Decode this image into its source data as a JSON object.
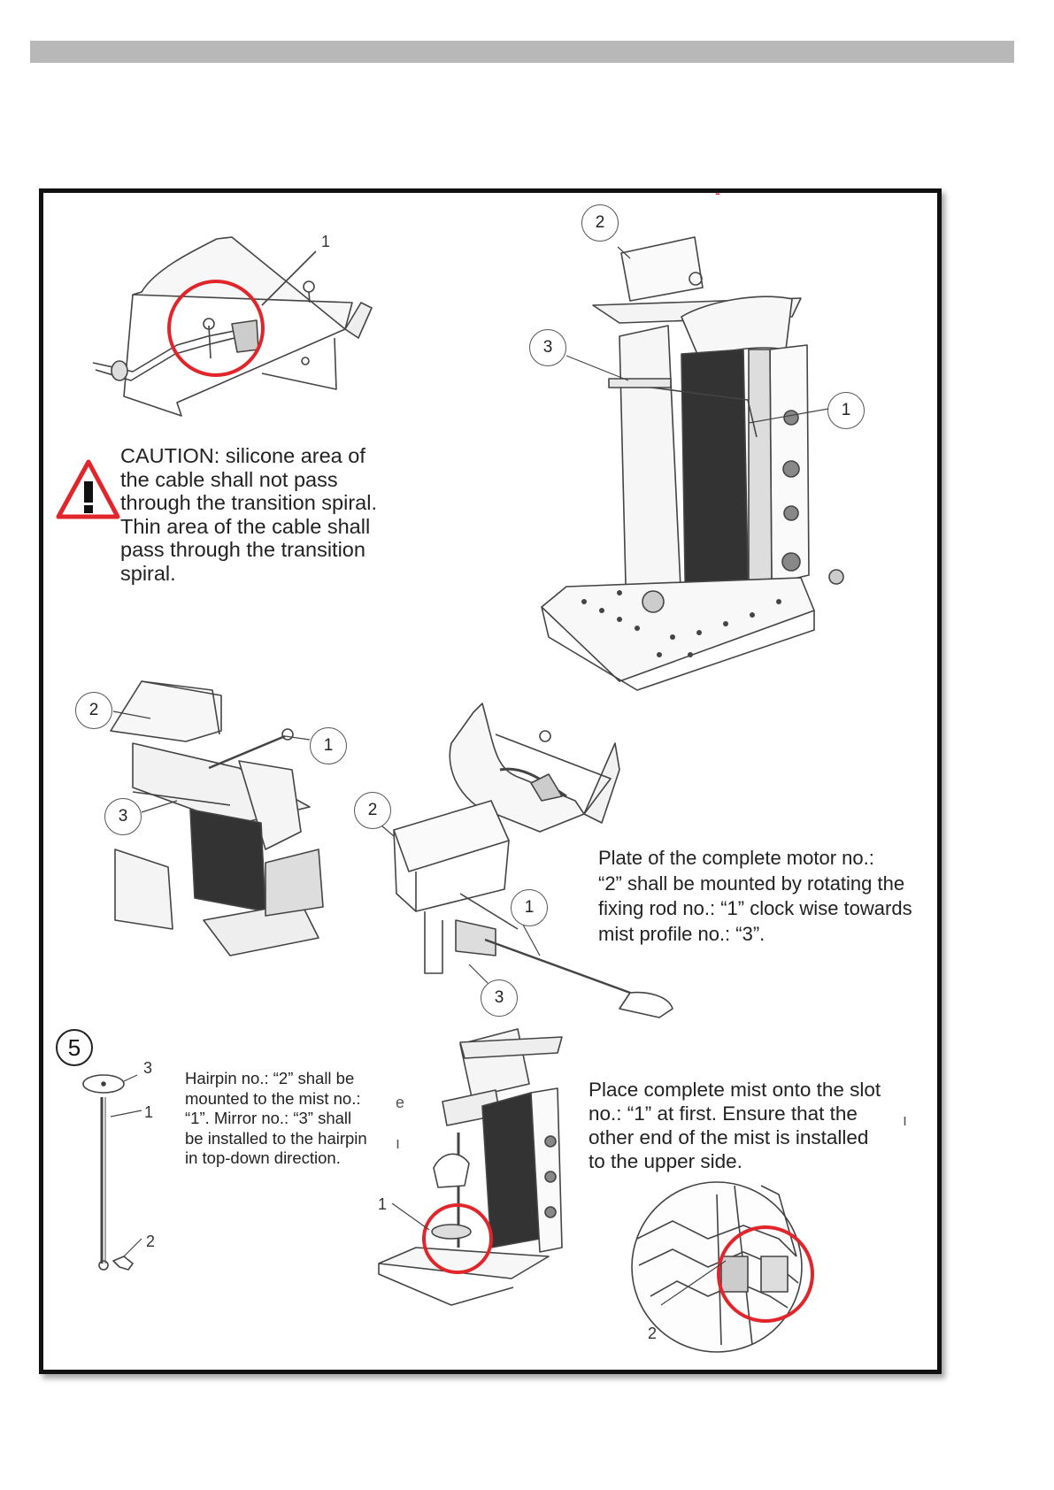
{
  "caution": {
    "text": "CAUTION: silicone area of\nthe cable shall not pass\nthrough the transition spiral.\nThin area of the cable shall\npass through the transition\nspiral."
  },
  "motor_note": {
    "text": "Plate of the complete motor no.:\n“2” shall be mounted by rotating the\n fixing rod no.: “1” clock wise towards\n mist profile no.: “3”."
  },
  "hairpin_note": {
    "text": "Hairpin no.: “2” shall be\nmounted to the mist no.:\n“1”. Mirror no.: “3” shall\nbe installed to the hairpin\nin top-down direction."
  },
  "mist_note": {
    "text": "Place complete mist onto the slot\nno.: “1” at first. Ensure that the\nother end of the mist is installed\nto the upper side."
  },
  "step": "5",
  "labels": {
    "fig1_part": "1",
    "fig2_part1": "1",
    "fig2_part2": "2",
    "fig2_part3": "3",
    "fig3_part1": "1",
    "fig3_part2": "2",
    "fig3_part3": "3",
    "fig4_part1": "1",
    "fig4_part2": "2",
    "fig4_part3": "3",
    "fig5_part1": "1",
    "fig5_part2": "2",
    "fig5_part3": "3",
    "fig6_part1": "1",
    "fig6_part2": "2"
  },
  "stray": {
    "e": "e",
    "i": "ı",
    "i2": "ı",
    "dash": "-"
  },
  "colors": {
    "highlight": "#e0262a",
    "line": "#444444",
    "header": "#b8b8b8"
  }
}
